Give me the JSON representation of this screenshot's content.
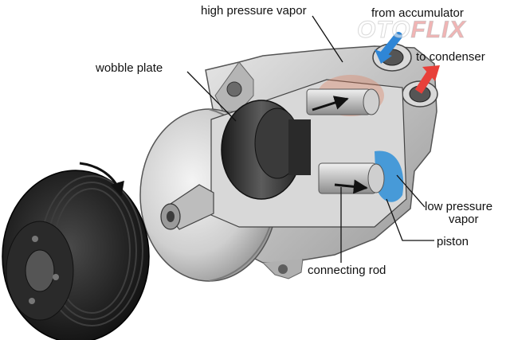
{
  "diagram": {
    "labels": {
      "high_pressure_vapor": "high pressure vapor",
      "from_accumulator": "from accumulator",
      "to_condenser": "to condenser",
      "wobble_plate": "wobble plate",
      "low_pressure_vapor_line1": "low pressure",
      "low_pressure_vapor_line2": "vapor",
      "piston": "piston",
      "connecting_rod": "connecting rod"
    },
    "watermark": {
      "part1": "OTO",
      "part2": "FLIX"
    },
    "colors": {
      "from_accumulator_arrow": "#2f86d6",
      "to_condenser_arrow": "#e8403a",
      "low_pressure_zone": "#2e8fd8",
      "high_pressure_zone": "#e07a5a",
      "housing": "#c9c9c9",
      "clutch": "#1c1c1c"
    }
  }
}
